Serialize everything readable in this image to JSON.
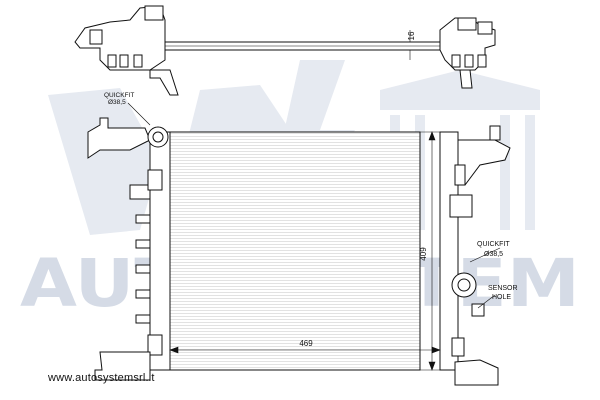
{
  "watermark": {
    "brand": "AUTOSYSTEM"
  },
  "footer": {
    "url": "www.autosystemsrl.it"
  },
  "labels": {
    "top_dim": "16",
    "quickfit_left_1": "QUICKFIT",
    "quickfit_left_2": "Ø38,5",
    "quickfit_right_1": "QUICKFIT",
    "quickfit_right_2": "Ø38,5",
    "sensor_1": "SENSOR",
    "sensor_2": "HOLE",
    "height_dim": "409",
    "width_dim": "469"
  }
}
